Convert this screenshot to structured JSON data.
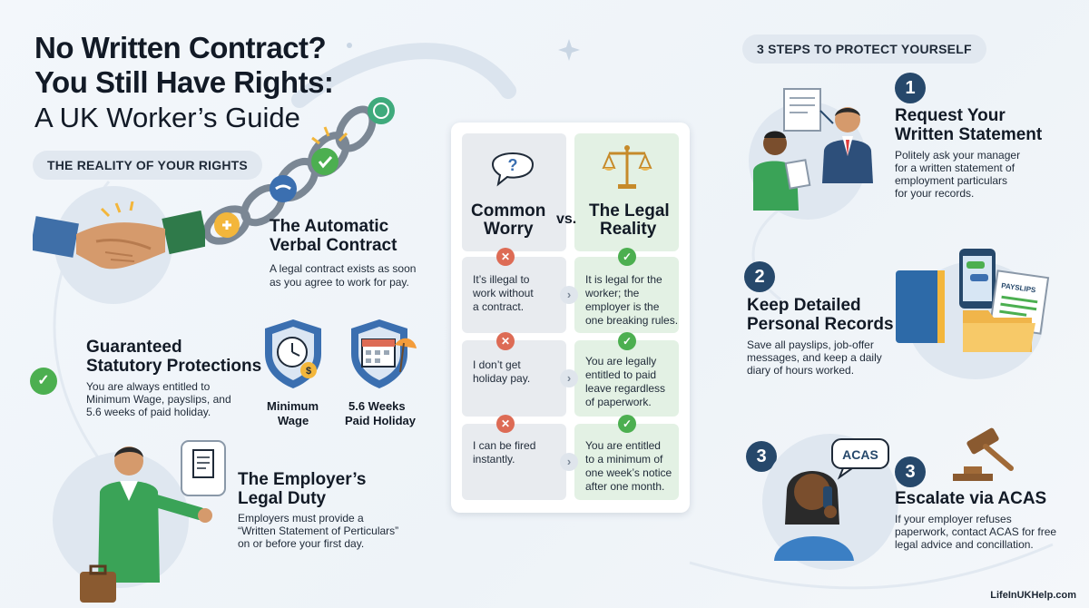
{
  "title": {
    "line1": "No Written Contract?",
    "line2": "You Still Have Rights:",
    "line3": "A UK Worker’s Guide"
  },
  "left": {
    "section_label": "THE REALITY OF YOUR RIGHTS",
    "verbal": {
      "heading_1": "The Automatic",
      "heading_2": "Verbal Contract",
      "body_1": "A legal contract exists as soon",
      "body_2": "as you agree to work for pay."
    },
    "statutory": {
      "heading_1": "Guaranteed",
      "heading_2": "Statutory Protections",
      "body_1": "You are always entitled to",
      "body_2": "Minimum Wage, payslips, and",
      "body_3": "5.6 weeks of paid holiday.",
      "shield_1_1": "Minimum",
      "shield_1_2": "Wage",
      "shield_2_1": "5.6 Weeks",
      "shield_2_2": "Paid Holiday"
    },
    "duty": {
      "heading_1": "The Employer’s",
      "heading_2": "Legal Duty",
      "body_1": "Employers must provide a",
      "body_2": "“Written Statement of Perticulars”",
      "body_3": "on or before your first day."
    }
  },
  "compare": {
    "worry_1": "Common",
    "worry_2": "Worry",
    "vs": "vs.",
    "reality_1": "The Legal",
    "reality_2": "Reality",
    "rows": [
      {
        "worry": [
          "It’s illegal to",
          "work without",
          "a contract."
        ],
        "reality": [
          "It is legal for the",
          "worker; the",
          "employer is the",
          "one breaking rules."
        ]
      },
      {
        "worry": [
          "I don’t get",
          "holiday pay."
        ],
        "reality": [
          "You are legally",
          "entitled to paid",
          "leave regardless",
          "of paperwork."
        ]
      },
      {
        "worry": [
          "I can be fired",
          "instantly."
        ],
        "reality": [
          "You are entitled",
          "to a minimum of",
          "one week’s notice",
          "after one month."
        ]
      }
    ]
  },
  "right": {
    "section_label": "3 STEPS TO PROTECT YOURSELF",
    "step1": {
      "num": "1",
      "heading_1": "Request Your",
      "heading_2": "Written Statement",
      "body_1": "Politely ask your manager",
      "body_2": "for a written statement of",
      "body_3": "employment particulars",
      "body_4": "for your records."
    },
    "step2": {
      "num": "2",
      "heading_1": "Keep Detailed",
      "heading_2": "Personal Records",
      "body_1": "Save all payslips, job-offer",
      "body_2": "messages, and keep a daily",
      "body_3": "diary of hours worked.",
      "payslip_label": "PAYSLIPS"
    },
    "step3": {
      "num": "3",
      "num_left": "3",
      "heading": "Escalate via ACAS",
      "body_1": "If your employer refuses",
      "body_2": "paperwork, contact ACAS for free",
      "body_3": "legal advice and concillation.",
      "bubble": "ACAS"
    }
  },
  "footer": "LifeInUKHelp.com",
  "colors": {
    "navy": "#26486b",
    "green": "#4caf50",
    "red": "#dd6b55",
    "blue_shield": "#3b6fb0"
  },
  "icons": [
    "chain-link-icon",
    "handshake-icon",
    "shield-check-icon",
    "clock-icon",
    "calendar-icon",
    "question-bubble-icon",
    "scales-icon",
    "document-icon",
    "notebook-icon",
    "phone-icon",
    "gavel-icon",
    "sparkle-icon"
  ]
}
